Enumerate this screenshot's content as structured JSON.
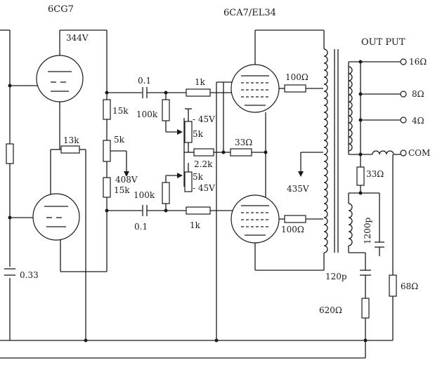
{
  "tubes": {
    "driver_name": "6CG7",
    "output_name": "6CA7/EL34"
  },
  "output": {
    "title": "OUT PUT",
    "taps": [
      "16Ω",
      "8Ω",
      "4Ω",
      "COM"
    ]
  },
  "voltages": {
    "driver_plate": "344V",
    "driver_supply": "408V",
    "bias_upper": "- 45V",
    "bias_lower": "- 45V",
    "output_plate": "435V"
  },
  "components": {
    "coupling_cap_upper": "0.1",
    "coupling_cap_lower": "0.1",
    "grid_stop_upper": "1k",
    "grid_stop_lower": "1k",
    "load_upper": "15k",
    "load_lower": "15k",
    "balance_pot": "5k",
    "cathode_res": "13k",
    "grid_leak_upper": "100k",
    "grid_leak_lower": "100k",
    "bias_pot_upper": "5k",
    "bias_pot_lower": "5k",
    "bias_res_mid": "2.2k",
    "screen_res": "33Ω",
    "plate_stop_upper": "100Ω",
    "plate_stop_lower": "100Ω",
    "bypass_cap": "0.33",
    "zobel_res": "33Ω",
    "zobel_cap": "1200p",
    "nfb_cap": "120p",
    "nfb_res": "620Ω",
    "load_res": "68Ω"
  }
}
